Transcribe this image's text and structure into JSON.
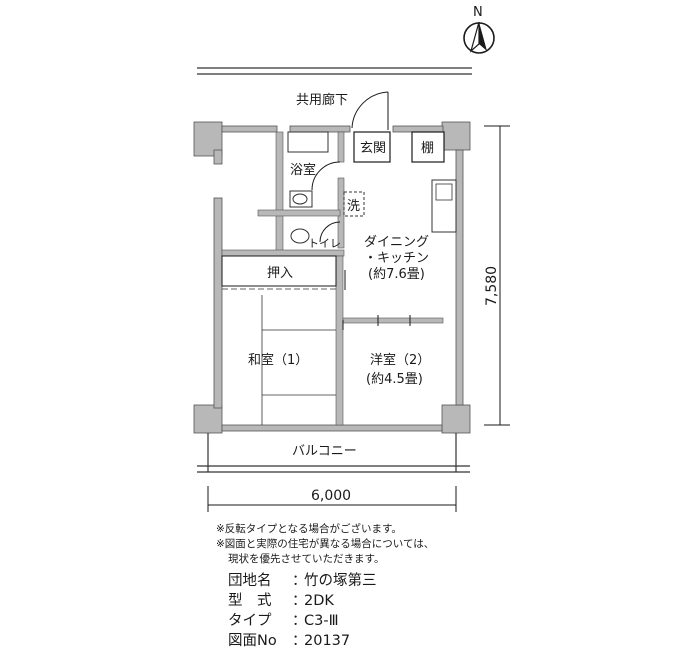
{
  "compass": {
    "label": "N"
  },
  "labels": {
    "corridor": "共用廊下",
    "entrance": "玄関",
    "shelf": "棚",
    "bath": "浴室",
    "wash": "洗",
    "toilet": "トイレ",
    "dk_line1": "ダイニング",
    "dk_line2": "・キッチン",
    "dk_area": "(約7.6畳)",
    "closet": "押入",
    "washitsu": "和室（1）",
    "yoshitsu": "洋室（2）",
    "yoshitsu_area": "(約4.5畳)",
    "balcony": "バルコニー"
  },
  "dimensions": {
    "width": "6,000",
    "depth": "7,580"
  },
  "notes": {
    "line1": "※反転タイプとなる場合がございます。",
    "line2": "※図面と実際の住宅が異なる場合については、",
    "line3": "現状を優先させていただきます。"
  },
  "info": {
    "rows": [
      {
        "key": "団地名",
        "value": "竹の塚第三"
      },
      {
        "key": "型　式",
        "value": "2DK"
      },
      {
        "key": "タイプ",
        "value": "C3-Ⅲ"
      },
      {
        "key": "図面No",
        "value": "20137"
      }
    ]
  }
}
